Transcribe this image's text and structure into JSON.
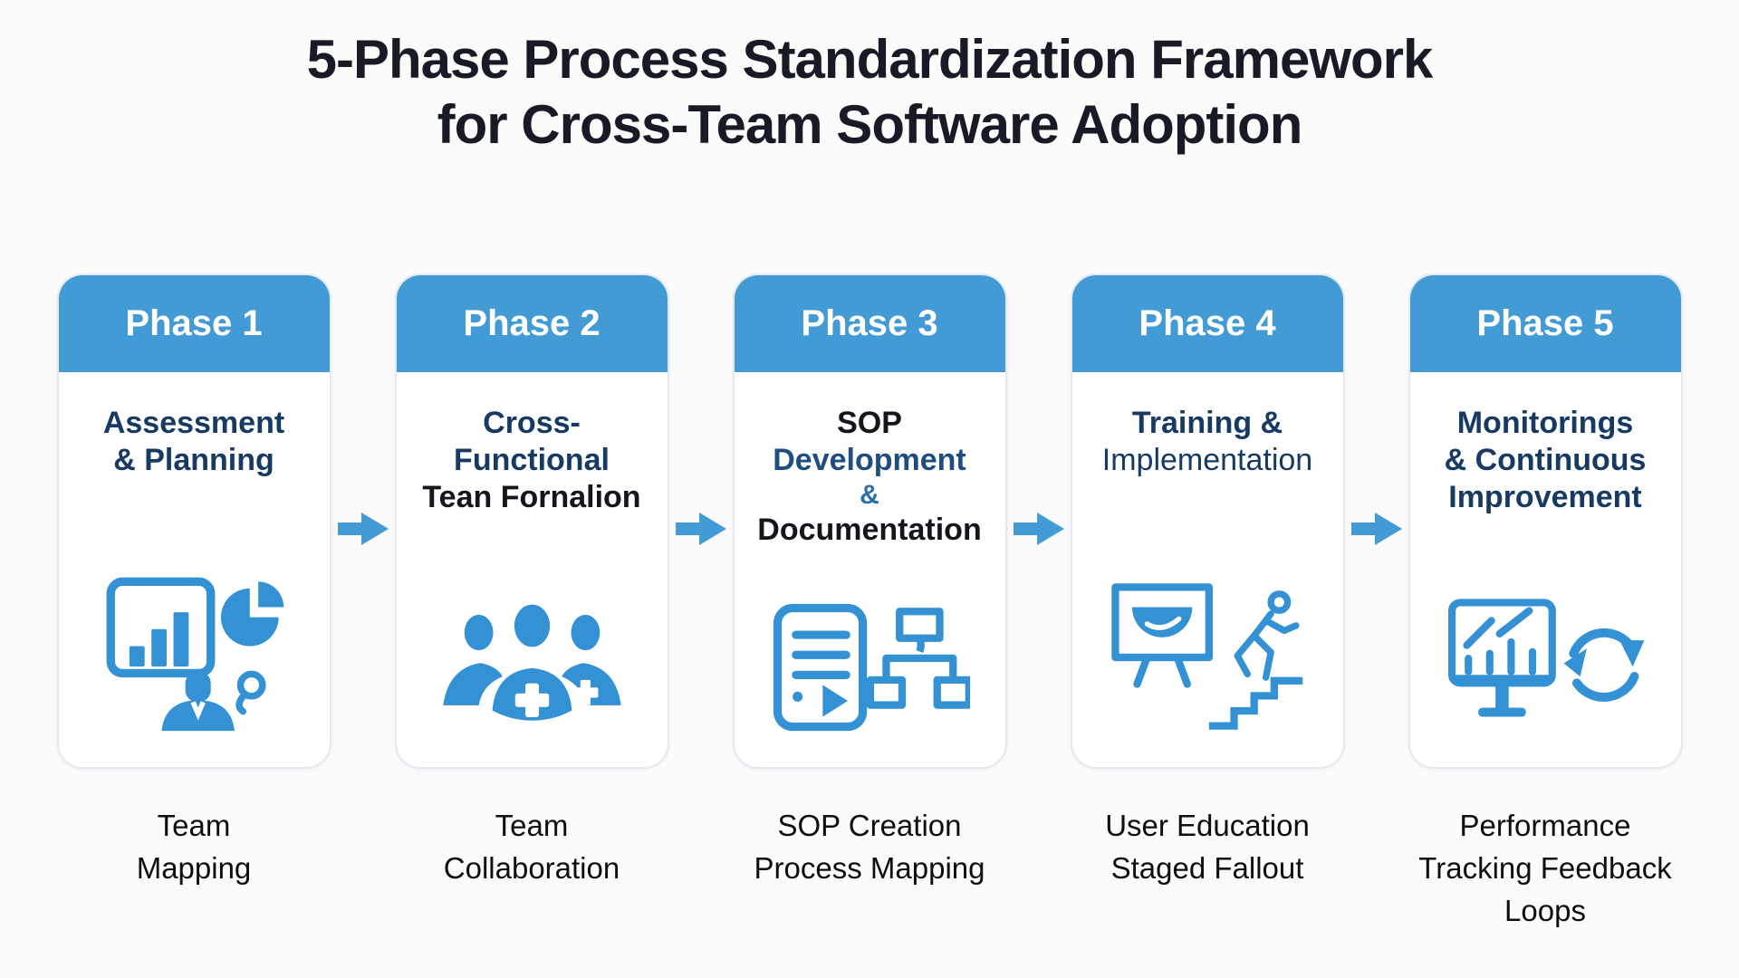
{
  "title": {
    "line1": "5-Phase Process Standardization Framework",
    "line2": "for Cross-Team Software Adoption"
  },
  "colors": {
    "header_blue": "#429bd5",
    "icon_blue": "#3391d4",
    "body_navy": "#173a63",
    "near_black": "#14161b",
    "development_navy": "#1d4e7f",
    "ampersand_blue": "#2a6fa8",
    "caption_black": "#0e0e0e",
    "card_border": "#e3eaf1"
  },
  "arrow": {
    "icon": "right-arrow-icon",
    "color": "#429bd5"
  },
  "phases": [
    {
      "header": "Phase 1",
      "lines": [
        "Assessment",
        "& Planning"
      ],
      "icon": "assessment-planning-icon",
      "caption": [
        "Team",
        "Mapping"
      ]
    },
    {
      "header": "Phase 2",
      "lines": [
        "Cross-",
        "Functional",
        "Tean Fornalion"
      ],
      "icon": "team-formation-icon",
      "caption": [
        "Team",
        "Collaboration"
      ]
    },
    {
      "header": "Phase 3",
      "lines": [
        "SOP",
        "Development",
        "&",
        "Documentation"
      ],
      "icon": "sop-documentation-icon",
      "caption": [
        "SOP Creation",
        "Process Mapping"
      ]
    },
    {
      "header": "Phase 4",
      "lines": [
        "Training &",
        "Implementation"
      ],
      "icon": "training-implementation-icon",
      "caption": [
        "User Education",
        "Staged Fallout"
      ]
    },
    {
      "header": "Phase 5",
      "lines": [
        "Monitorings",
        "& Continuous",
        "Improvement"
      ],
      "icon": "monitoring-improvement-icon",
      "caption": [
        "Performance",
        "Tracking Feedback",
        "Loops"
      ]
    }
  ]
}
